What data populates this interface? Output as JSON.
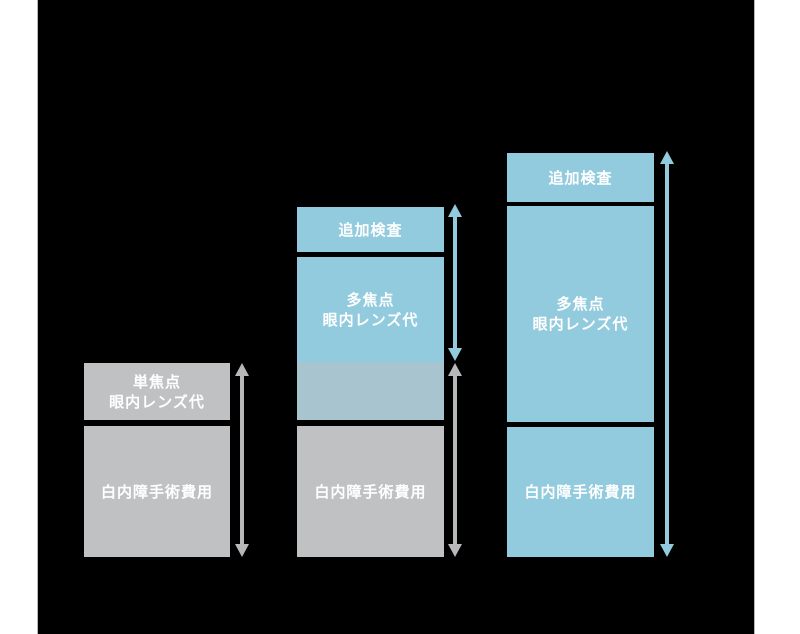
{
  "page": {
    "background": "#ffffff",
    "panel_background": "#000000"
  },
  "colors": {
    "blue": "#92cbdd",
    "muted_blue": "#a8c4ce",
    "gray": "#c0c1c3",
    "arrow_gray": "#b7b8ba",
    "label_text": "#ffffff"
  },
  "diagram": {
    "columns": [
      {
        "name": "monofocal-lens-column",
        "segments": [
          {
            "name": "monofocal-iol-fee",
            "lines": [
              "単焦点",
              "眼内レンズ代"
            ],
            "color": "gray"
          },
          {
            "name": "cataract-surgery-fee",
            "lines": [
              "白内障手術費用"
            ],
            "color": "gray"
          }
        ],
        "arrows": [
          {
            "name": "total-range-arrow",
            "color": "gray"
          }
        ]
      },
      {
        "name": "multifocal-partial-column",
        "segments": [
          {
            "name": "additional-exams",
            "lines": [
              "追加検査"
            ],
            "color": "blue"
          },
          {
            "name": "multifocal-iol-fee",
            "lines": [
              "多焦点",
              "眼内レンズ代"
            ],
            "color": "blue"
          },
          {
            "name": "overlap-segment",
            "lines": [],
            "color": "muted_blue"
          },
          {
            "name": "cataract-surgery-fee",
            "lines": [
              "白内障手術費用"
            ],
            "color": "gray"
          }
        ],
        "arrows": [
          {
            "name": "upper-range-arrow",
            "color": "blue"
          },
          {
            "name": "lower-range-arrow",
            "color": "gray"
          }
        ]
      },
      {
        "name": "multifocal-full-column",
        "segments": [
          {
            "name": "additional-exams",
            "lines": [
              "追加検査"
            ],
            "color": "blue"
          },
          {
            "name": "multifocal-iol-fee",
            "lines": [
              "多焦点",
              "眼内レンズ代"
            ],
            "color": "blue"
          },
          {
            "name": "cataract-surgery-fee",
            "lines": [
              "白内障手術費用"
            ],
            "color": "blue"
          }
        ],
        "arrows": [
          {
            "name": "total-range-arrow",
            "color": "blue"
          }
        ]
      }
    ]
  }
}
